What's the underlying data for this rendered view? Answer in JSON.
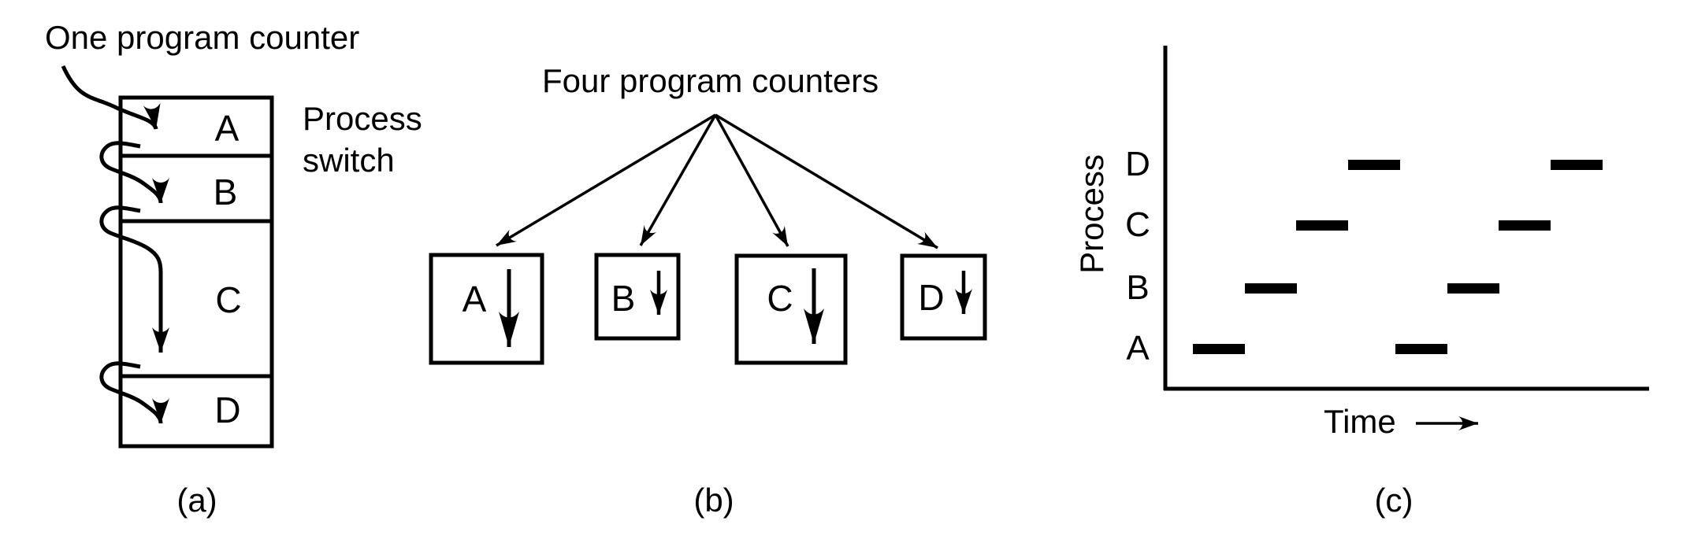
{
  "figure": {
    "panel_a": {
      "caption": "(a)",
      "annotation": "One program counter",
      "side_label": "Process switch",
      "sections": [
        "A",
        "B",
        "C",
        "D"
      ]
    },
    "panel_b": {
      "caption": "(b)",
      "annotation": "Four program counters",
      "boxes": [
        "A",
        "B",
        "C",
        "D"
      ]
    },
    "panel_c": {
      "caption": "(c)",
      "y_axis_label": "Process",
      "x_axis_label": "Time",
      "rows": [
        "D",
        "C",
        "B",
        "A"
      ],
      "execution_order": [
        "A",
        "B",
        "C",
        "D",
        "A",
        "B",
        "C",
        "D"
      ]
    },
    "colors": {
      "ink": "#000000",
      "background": "#ffffff"
    }
  }
}
